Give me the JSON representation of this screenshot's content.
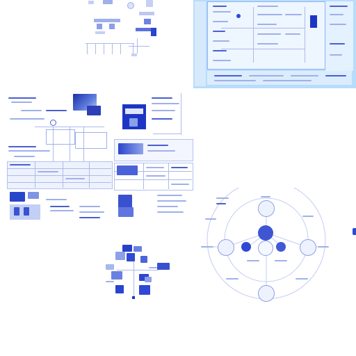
{
  "colors": {
    "page_bg": "#ffffff",
    "primary_blue": "#1e35c4",
    "mid_blue": "#5b71dd",
    "light_blue": "#b9c6f2",
    "panel_sky": "#b8dcfb",
    "line": "#aeb9ec"
  },
  "clusters": [
    {
      "name": "top-flowchart",
      "description": ""
    },
    {
      "name": "blue-screenshot-panel",
      "description": ""
    },
    {
      "name": "left-wireframe-grid",
      "description": ""
    },
    {
      "name": "center-wireframe-grid",
      "description": ""
    },
    {
      "name": "radial-network-diagram",
      "description": ""
    },
    {
      "name": "bottom-image-tree",
      "description": ""
    }
  ]
}
